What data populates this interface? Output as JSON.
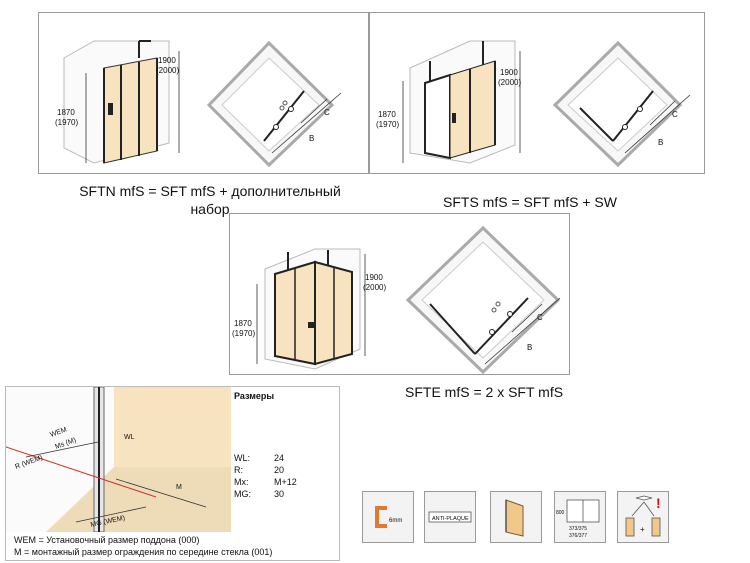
{
  "captions": {
    "sftn": "SFTN mfS = SFT mfS + дополнительный набор",
    "sfts": "SFTS mfS = SFT mfS + SW",
    "sfte": "SFTE mfS = 2 x SFT mfS"
  },
  "dims": {
    "h_total": "1900",
    "h_total_alt": "(2000)",
    "h_glass": "1870",
    "h_glass_alt": "(1970)",
    "label_b": "B",
    "label_c": "C"
  },
  "detail": {
    "labels": {
      "wem": "WEM",
      "ms_m": "Ms (M)",
      "r_wem": "R (WEM)",
      "mg_wem": "MG (WEM)",
      "m": "M",
      "wl": "WL"
    },
    "sizes_title": "Размеры",
    "sizes": [
      {
        "key": "WL:",
        "value": "24"
      },
      {
        "key": "R:",
        "value": "20"
      },
      {
        "key": "Mx:",
        "value": "M+12"
      },
      {
        "key": "MG:",
        "value": "30"
      }
    ],
    "notes": [
      "WEM = Установочный размер поддона (000)",
      "M = монтажный размер ограждения по середине стекла (001)"
    ]
  },
  "badges": {
    "thickness": "6mm",
    "anti_plaque": "ANTI-PLAQUE",
    "dims_1": "800",
    "dims_2": "373/375",
    "dims_3": "376/377",
    "warning": "!",
    "plus": "+"
  }
}
